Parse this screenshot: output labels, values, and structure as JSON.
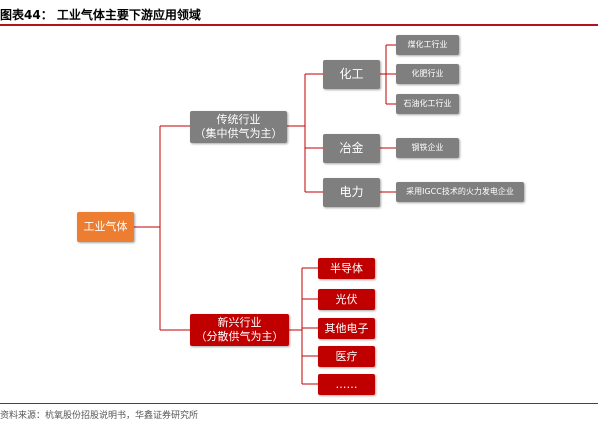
{
  "figure": {
    "title": "图表44：  工业气体主要下游应用领域",
    "source": "资料来源：杭氧股份招股说明书，华鑫证券研究所"
  },
  "root": {
    "label": "工业气体"
  },
  "branch_traditional": {
    "line1": "传统行业",
    "line2": "（集中供气为主）",
    "categories": [
      {
        "label": "化工",
        "leaves": [
          "煤化工行业",
          "化肥行业",
          "石油化工行业"
        ]
      },
      {
        "label": "冶金",
        "leaves": [
          "钢铁企业"
        ]
      },
      {
        "label": "电力",
        "leaves": [
          "采用IGCC技术的火力发电企业"
        ]
      }
    ]
  },
  "branch_emerging": {
    "line1": "新兴行业",
    "line2": "（分散供气为主）",
    "leaves": [
      "半导体",
      "光伏",
      "其他电子",
      "医疗",
      "……"
    ]
  },
  "colors": {
    "root": "#ed7d31",
    "traditional": "#7f7f7f",
    "emerging": "#c00000",
    "connector": "#c00000",
    "title_rule": "#b5121b"
  }
}
